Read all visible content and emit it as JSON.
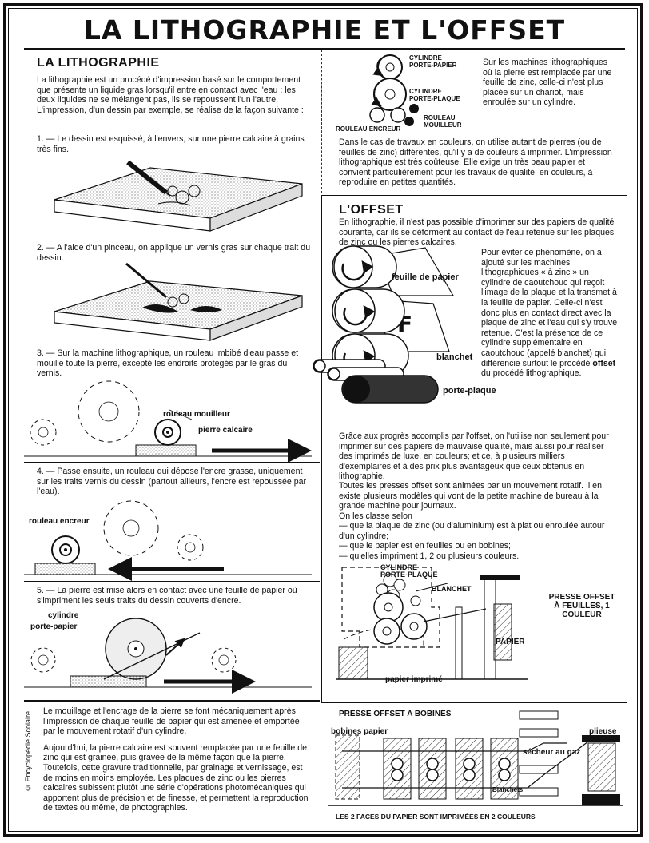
{
  "title": "LA LITHOGRAPHIE ET L'OFFSET",
  "litho": {
    "heading": "LA LITHOGRAPHIE",
    "intro": "La lithographie est un procédé d'impression basé sur le comportement que présente un liquide gras lorsqu'il entre en contact avec l'eau : les deux liquides ne se mélangent pas, ils se repoussent l'un l'autre.",
    "intro2": "L'impression, d'un dessin par exemple, se réalise de la façon suivante :",
    "step1": "1. — Le dessin est esquissé, à l'envers, sur une pierre calcaire à grains très fins.",
    "step2": "2. — A l'aide d'un pinceau, on applique un vernis gras sur chaque trait du dessin.",
    "step3": "3. — Sur la machine lithographique, un rouleau imbibé d'eau passe et mouille toute la pierre, excepté les endroits protégés par le gras du vernis.",
    "step4": "4. — Passe ensuite, un rouleau qui dépose l'encre grasse, uniquement sur les traits vernis du dessin (partout ailleurs, l'encre est repoussée par l'eau).",
    "step5": "5. — La pierre est mise alors en contact avec une feuille de papier où s'impriment les seuls traits du dessin couverts d'encre.",
    "labels": {
      "rouleau_mouilleur": "rouleau mouilleur",
      "pierre_calcaire": "pierre calcaire",
      "rouleau_encreur": "rouleau encreur",
      "cylindre": "cylindre",
      "porte_papier": "porte-papier"
    },
    "closing1": "Le mouillage et l'encrage de la pierre se font mécaniquement après l'impression de chaque feuille de papier qui est amenée et emportée par le mouvement rotatif d'un cylindre.",
    "closing2": "Aujourd'hui, la pierre calcaire est souvent remplacée par une feuille de zinc qui est grainée, puis gravée de la même façon que la pierre. Toutefois, cette gravure traditionnelle, par grainage et vernissage, est de moins en moins employée. Les plaques de zinc ou les pierres calcaires subissent plutôt une série d'opérations photomécaniques qui apportent plus de précision et de finesse, et permettent la reproduction de textes ou même, de photographies.",
    "copyright": "© Encyclopédie Scolaire"
  },
  "machine": {
    "cyl_papier": "CYLINDRE PORTE-PAPIER",
    "cyl_plaque": "CYLINDRE PORTE-PLAQUE",
    "rouleau_mouilleur": "ROULEAU MOUILLEUR",
    "rouleau_encreur": "ROULEAU ENCREUR",
    "text": "Sur les machines lithographiques où la pierre est remplacée par une feuille de zinc, celle-ci n'est plus placée sur un chariot, mais enroulée sur un cylindre.",
    "couleurs": "Dans le cas de travaux en couleurs, on utilise autant de pierres (ou de feuilles de zinc) différentes, qu'il y a de couleurs à imprimer. L'impression lithographique est très coûteuse. Elle exige un très beau papier et convient particulièrement pour les travaux de qualité, en couleurs, à reproduire en petites quantités."
  },
  "offset": {
    "heading": "L'OFFSET",
    "intro": "En lithographie, il n'est pas possible d'imprimer sur des papiers de qualité courante, car ils se déforment au contact de l'eau retenue sur les plaques de zinc ou les pierres calcaires.",
    "para_a": "Pour éviter ce phénomène, on a ajouté sur les machines lithographiques « à zinc » un cylindre de caoutchouc qui reçoit l'image de la plaque et la transmet à la feuille de papier. Celle-ci n'est donc plus en contact direct avec la plaque de zinc et l'eau qui s'y trouve retenue. C'est la présence de ce cylindre supplémentaire en caoutchouc (appelé blanchet) qui différencie surtout le procédé ",
    "para_bold": "offset",
    "para_b": " du procédé lithographique.",
    "labels": {
      "feuille": "feuille de papier",
      "blanchet": "blanchet",
      "porte_plaque": "porte-plaque"
    },
    "progres": "Grâce aux progrès accomplis par l'offset, on l'utilise non seulement pour imprimer sur des papiers de mauvaise qualité, mais aussi pour réaliser des imprimés de luxe, en couleurs; et ce, à plusieurs milliers d'exemplaires et à des prix plus avantageux que ceux obtenus en lithographie.",
    "presses": "Toutes les presses offset sont animées par un mouvement rotatif. Il en existe plusieurs modèles qui vont de la petite machine de bureau à la grande machine pour journaux.",
    "classe": "On les classe selon",
    "criteria": [
      "— que la plaque de zinc (ou d'aluminium) est à plat ou enroulée autour d'un cylindre;",
      "— que le papier est en feuilles ou en bobines;",
      "— qu'elles impriment 1, 2 ou plusieurs couleurs."
    ],
    "presse_feuilles": {
      "cyl": "CYLINDRE PORTE-PLAQUE",
      "blanchet": "BLANCHET",
      "title": "PRESSE OFFSET À FEUILLES, 1 COULEUR",
      "papier": "PAPIER",
      "imprime": "papier imprimé"
    },
    "presse_bobines": {
      "title": "PRESSE OFFSET A BOBINES",
      "bobines": "bobines papier",
      "plieuse": "plieuse",
      "secheur": "sécheur au gaz",
      "blanchets": "Blanchets",
      "caption": "LES 2 FACES DU PAPIER SONT IMPRIMÉES EN 2 COULEURS"
    }
  }
}
